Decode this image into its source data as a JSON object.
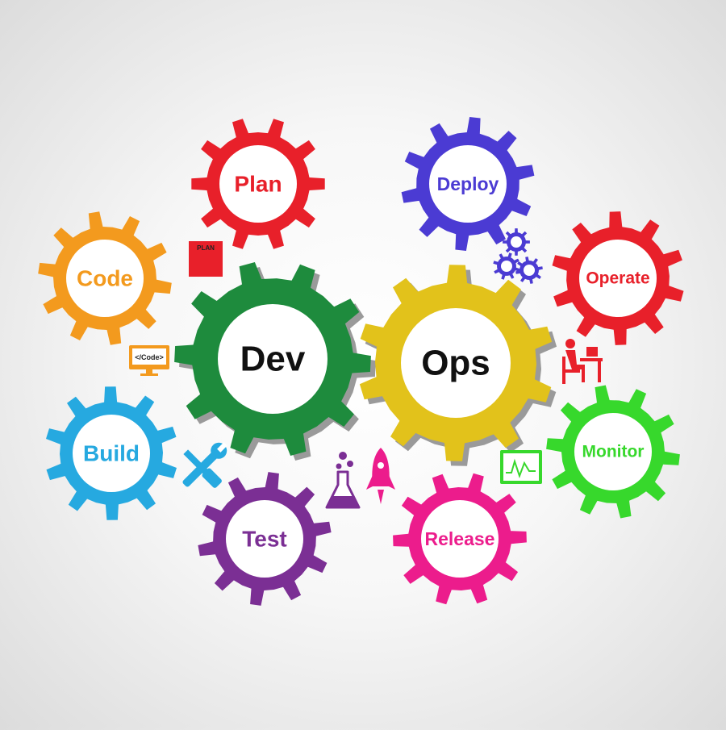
{
  "diagram": {
    "center_gears": [
      {
        "id": "dev",
        "label": "Dev",
        "color": "#1e8b3d"
      },
      {
        "id": "ops",
        "label": "Ops",
        "color": "#e2c21b"
      }
    ],
    "stage_gears": [
      {
        "id": "plan",
        "label": "Plan",
        "color": "#e8202a"
      },
      {
        "id": "code",
        "label": "Code",
        "color": "#f39a1e"
      },
      {
        "id": "build",
        "label": "Build",
        "color": "#26a9e0"
      },
      {
        "id": "test",
        "label": "Test",
        "color": "#7b2f94"
      },
      {
        "id": "release",
        "label": "Release",
        "color": "#ec1c8c"
      },
      {
        "id": "monitor",
        "label": "Monitor",
        "color": "#37d82c"
      },
      {
        "id": "operate",
        "label": "Operate",
        "color": "#e8202a"
      },
      {
        "id": "deploy",
        "label": "Deploy",
        "color": "#4b3bd3"
      }
    ],
    "icons": [
      {
        "id": "plan",
        "name": "plan-board-icon",
        "color": "#e8202a",
        "text": "PLAN"
      },
      {
        "id": "code",
        "name": "code-monitor-icon",
        "color": "#f39a1e",
        "text": "</Code>"
      },
      {
        "id": "tools",
        "name": "tools-icon",
        "color": "#26a9e0"
      },
      {
        "id": "flask",
        "name": "flask-icon",
        "color": "#7b2f94"
      },
      {
        "id": "rocket",
        "name": "rocket-icon",
        "color": "#ec1c8c"
      },
      {
        "id": "monitor",
        "name": "chart-monitor-icon",
        "color": "#37d82c"
      },
      {
        "id": "worker",
        "name": "person-desk-icon",
        "color": "#e8202a"
      },
      {
        "id": "cogs",
        "name": "cogs-icon",
        "color": "#4b3bd3"
      }
    ]
  }
}
